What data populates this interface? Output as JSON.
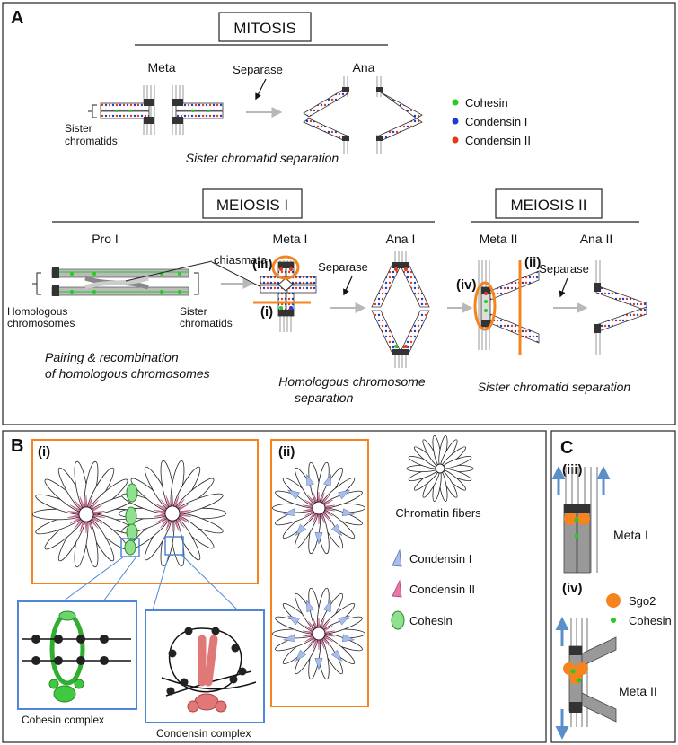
{
  "panels": {
    "A": "A",
    "B": "B",
    "C": "C"
  },
  "mitosis": {
    "title": "MITOSIS",
    "meta": "Meta",
    "ana": "Ana",
    "separase": "Separase",
    "sister_chromatids": "Sister chromatids",
    "caption": "Sister chromatid separation"
  },
  "legend_a": {
    "cohesin": "Cohesin",
    "condensin1": "Condensin I",
    "condensin2": "Condensin II",
    "colors": {
      "cohesin": "#22cc22",
      "condensin1": "#1a3ccf",
      "condensin2": "#e8381a"
    }
  },
  "meiosis1": {
    "title": "MEIOSIS I",
    "pro1": "Pro I",
    "meta1": "Meta I",
    "ana1": "Ana I",
    "chiasmata": "chiasmata",
    "separase": "Separase",
    "homologous": "Homologous chromosomes",
    "sister": "Sister chromatids",
    "caption_left": "Pairing & recombination of homologous chromosomes",
    "caption_right": "Homologous chromosome separation",
    "mark_i": "(i)",
    "mark_iii": "(iii)"
  },
  "meiosis2": {
    "title": "MEIOSIS II",
    "meta2": "Meta II",
    "ana2": "Ana II",
    "separase": "Separase",
    "caption": "Sister chromatid separation",
    "mark_ii": "(ii)",
    "mark_iv": "(iv)"
  },
  "panel_b": {
    "mark_i": "(i)",
    "mark_ii": "(ii)",
    "chromatin_fibers": "Chromatin fibers",
    "cohesin_complex": "Cohesin complex",
    "condensin_complex": "Condensin complex",
    "legend": {
      "condensin1": "Condensin I",
      "condensin2": "Condensin II",
      "cohesin": "Cohesin"
    },
    "colors": {
      "condensin1": "#a9bde8",
      "condensin2": "#e878a8",
      "cohesin": "#8fe08f"
    }
  },
  "panel_c": {
    "mark_iii": "(iii)",
    "mark_iv": "(iv)",
    "meta1": "Meta I",
    "meta2": "Meta II",
    "sgo2": "Sgo2",
    "cohesin": "Cohesin",
    "colors": {
      "sgo2": "#f5841f",
      "cohesin": "#22cc22",
      "arrow": "#5b8fc9"
    }
  },
  "accent": {
    "orange": "#f5841f",
    "blue": "#4f86d6"
  }
}
